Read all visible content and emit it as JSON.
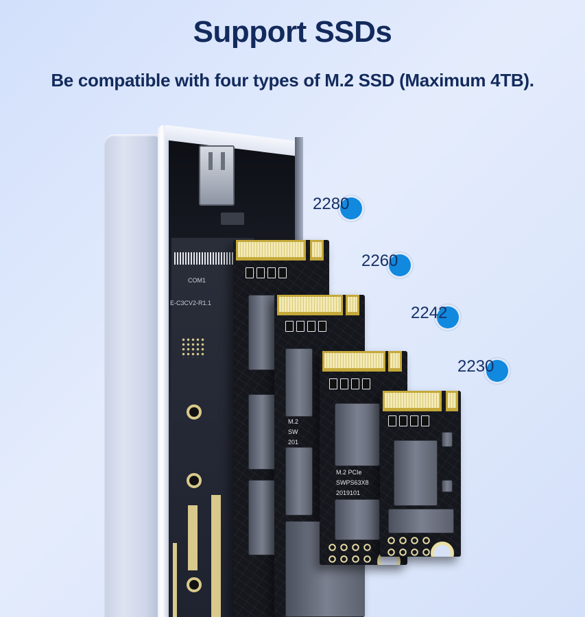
{
  "header": {
    "title": "Support SSDs",
    "subtitle": "Be compatible with four types of M.2 SSD (Maximum 4TB)."
  },
  "enclosure": {
    "pcb_labels": [
      "COM1",
      "E-C3CV2-R1.1"
    ]
  },
  "ssd_sizes": [
    {
      "label": "2280",
      "color": "#1089df"
    },
    {
      "label": "2260",
      "color": "#1089df"
    },
    {
      "label": "2242",
      "color": "#1089df"
    },
    {
      "label": "2230",
      "color": "#1089df"
    }
  ],
  "ssd_print": {
    "line1": "M.2  PCIe",
    "line2": "SWPS63X8",
    "line3": "2019101",
    "short1": "M.2",
    "short2": "SW",
    "short3": "201"
  },
  "colors": {
    "heading": "#132a5c",
    "accent_dot": "#1089df",
    "gold": "#d9c98c"
  }
}
